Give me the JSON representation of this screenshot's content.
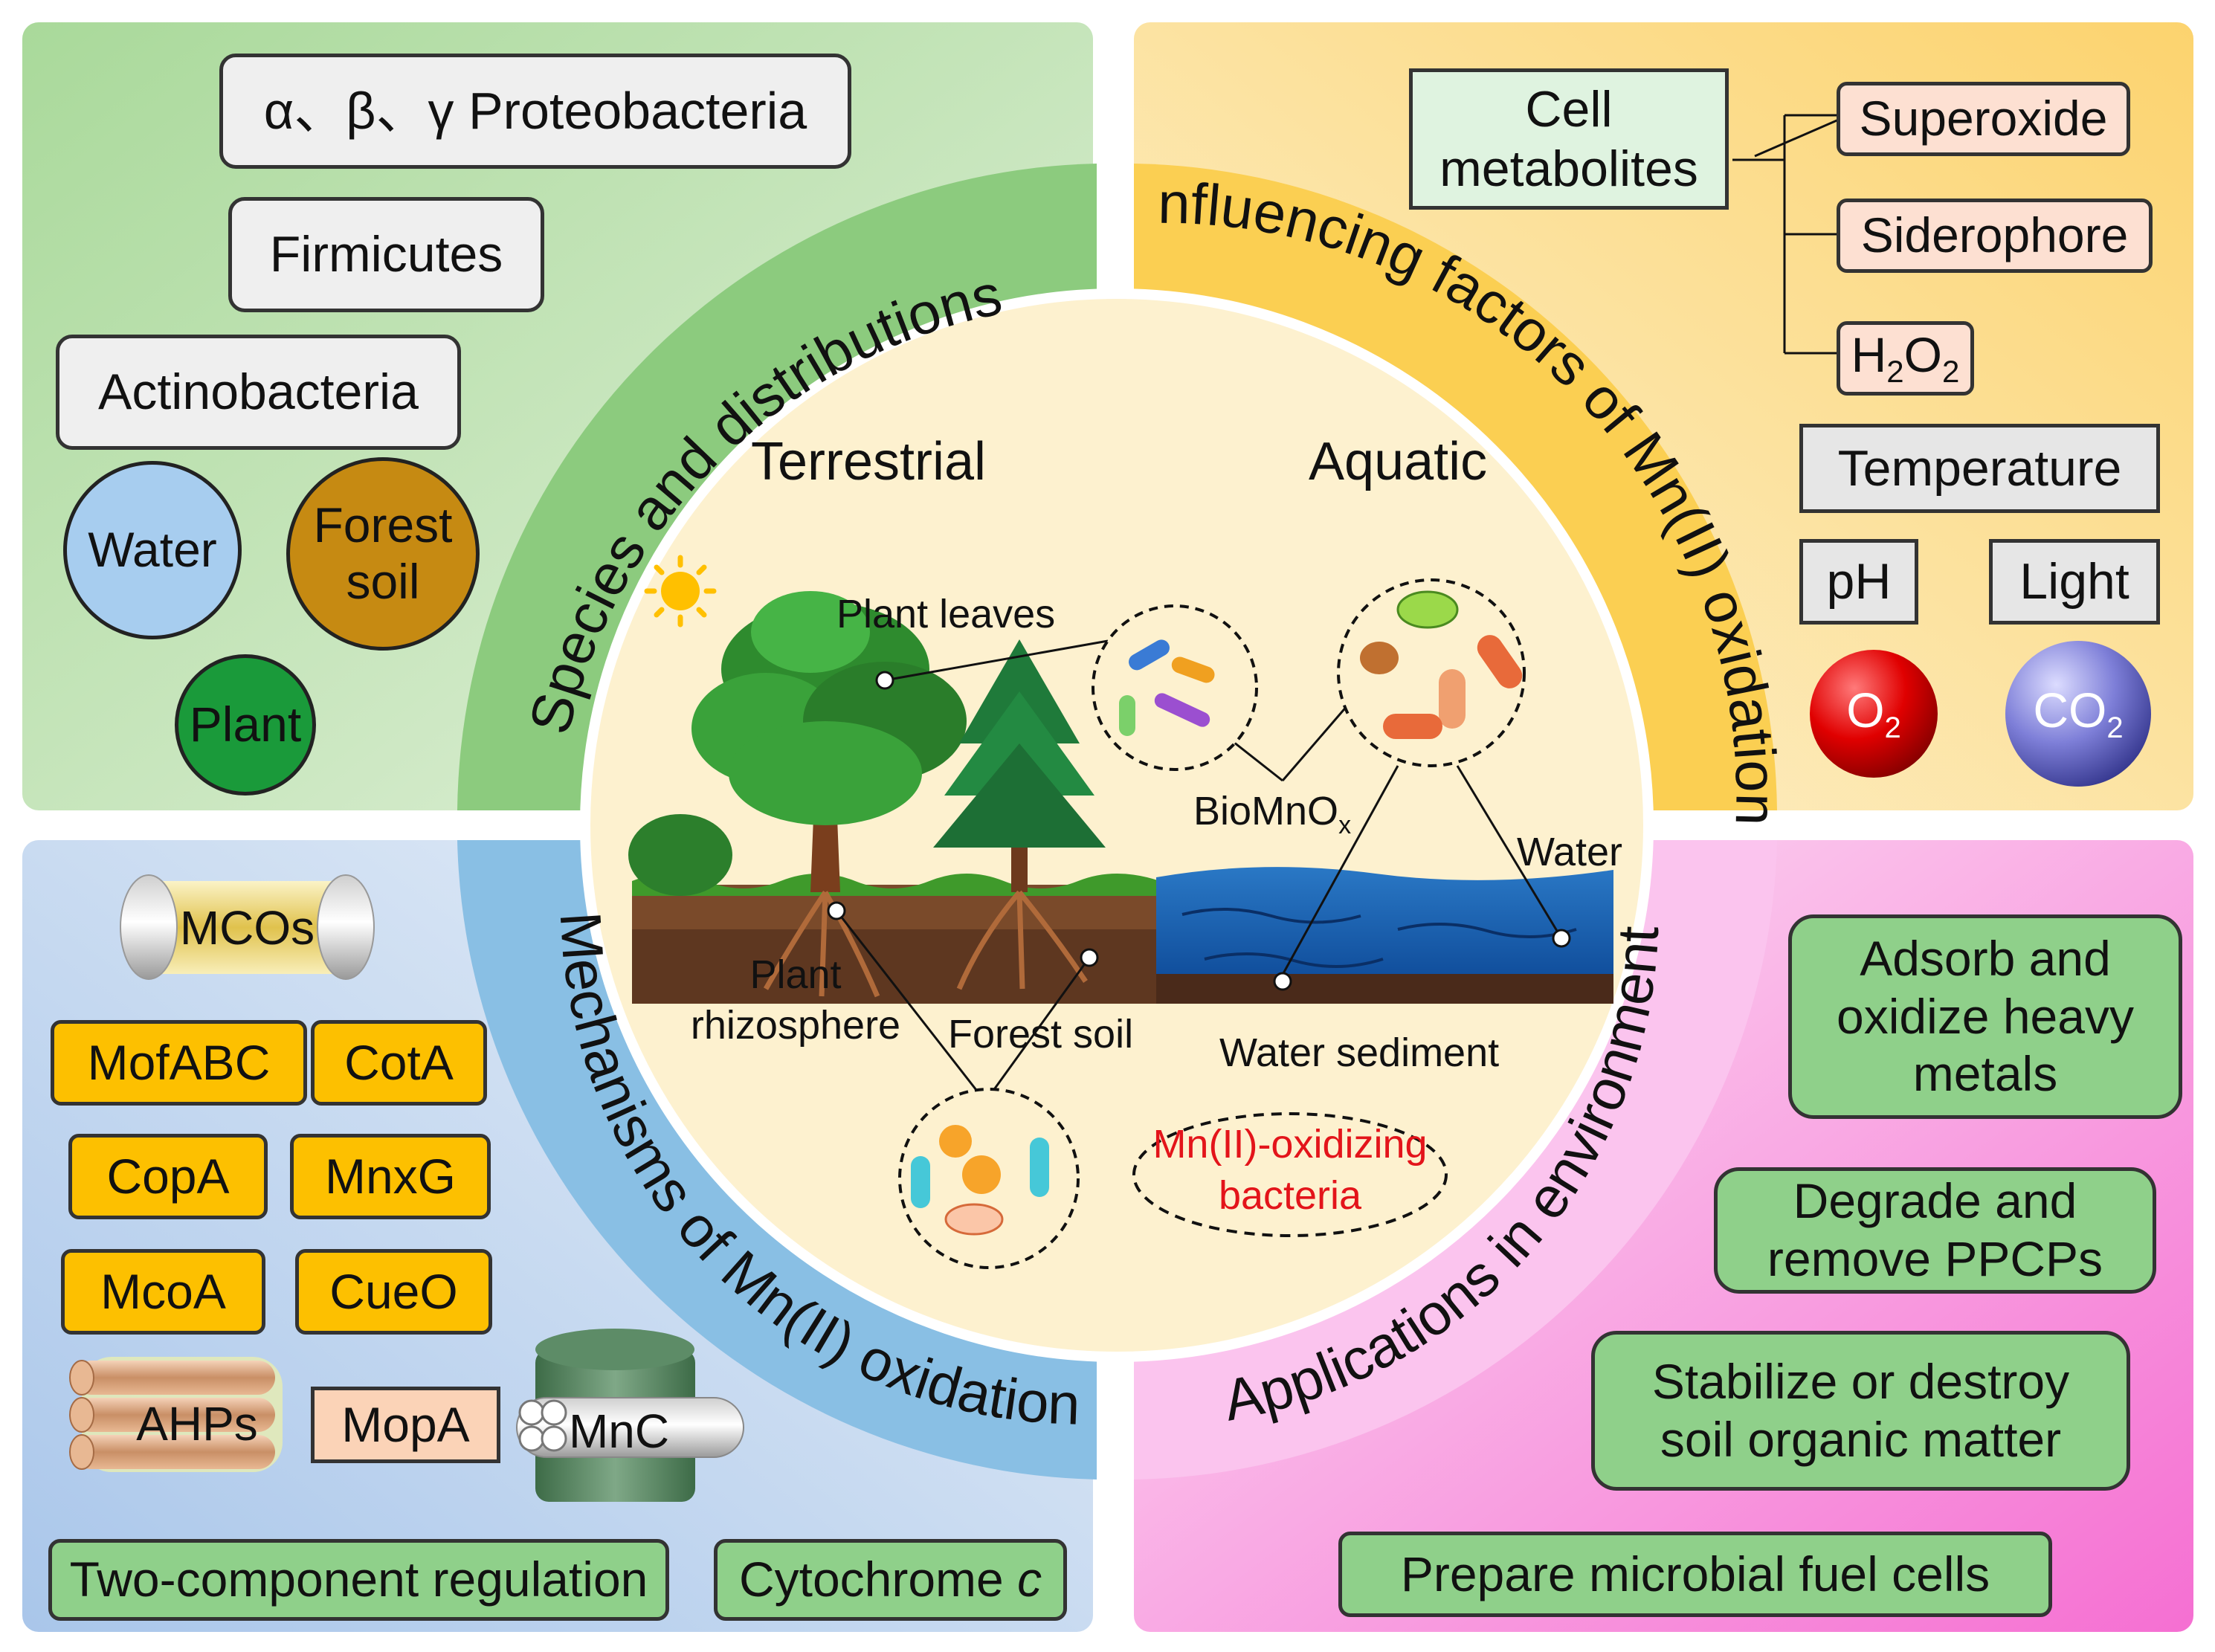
{
  "colors": {
    "green_quadrant": "#cfe8c9",
    "yellow_quadrant": "#fde9b0",
    "blue_quadrant": "#cfe0f2",
    "pink_quadrant": "#fbd3ec",
    "center": "#fdf1cf",
    "ring_green": "#8ccb7e",
    "ring_yellow": "#fbcf52",
    "ring_blue": "#89bfe4",
    "ring_pink": "#fbc4ee"
  },
  "ring": {
    "species": "Species and distributions",
    "factors": "Influencing factors of Mn(II) oxidation",
    "mechanisms": "Mechanisms of Mn(II) oxidation",
    "applications": "Applications in environment"
  },
  "species": {
    "proteo": "α、β、γ Proteobacteria",
    "firmicutes": "Firmicutes",
    "actino": "Actinobacteria",
    "water": "Water",
    "forest_soil": "Forest soil",
    "plant": "Plant"
  },
  "factors": {
    "metabolites": "Cell metabolites",
    "superoxide": "Superoxide",
    "siderophore": "Siderophore",
    "h2o2_base": "H",
    "h2o2_sub1": "2",
    "h2o2_mid": "O",
    "h2o2_sub2": "2",
    "temperature": "Temperature",
    "ph": "pH",
    "light": "Light",
    "o2_base": "O",
    "o2_sub": "2",
    "co2_base": "CO",
    "co2_sub": "2"
  },
  "mechanisms": {
    "mcos": "MCOs",
    "mofabc": "MofABC",
    "cota": "CotA",
    "copa": "CopA",
    "mnxg": "MnxG",
    "mcoa": "McoA",
    "cueo": "CueO",
    "ahps": "AHPs",
    "mopa": "MopA",
    "mnc": "MnC",
    "two_component": "Two-component regulation",
    "cyto_base": "Cytochrome ",
    "cyto_italic": "c"
  },
  "applications": {
    "adsorb": "Adsorb and oxidize heavy metals",
    "degrade": "Degrade and remove PPCPs",
    "stabilize": "Stabilize or destroy soil organic matter",
    "fuel": "Prepare microbial fuel cells"
  },
  "center": {
    "terrestrial": "Terrestrial",
    "aquatic": "Aquatic",
    "plant_leaves": "Plant leaves",
    "biomnox_base": "BioMnO",
    "biomnox_sub": "x",
    "water": "Water",
    "plant_rhizosphere": "Plant rhizosphere",
    "forest_soil": "Forest soil",
    "water_sediment": "Water sediment",
    "mob": "Mn(II)-oxidizing bacteria"
  }
}
